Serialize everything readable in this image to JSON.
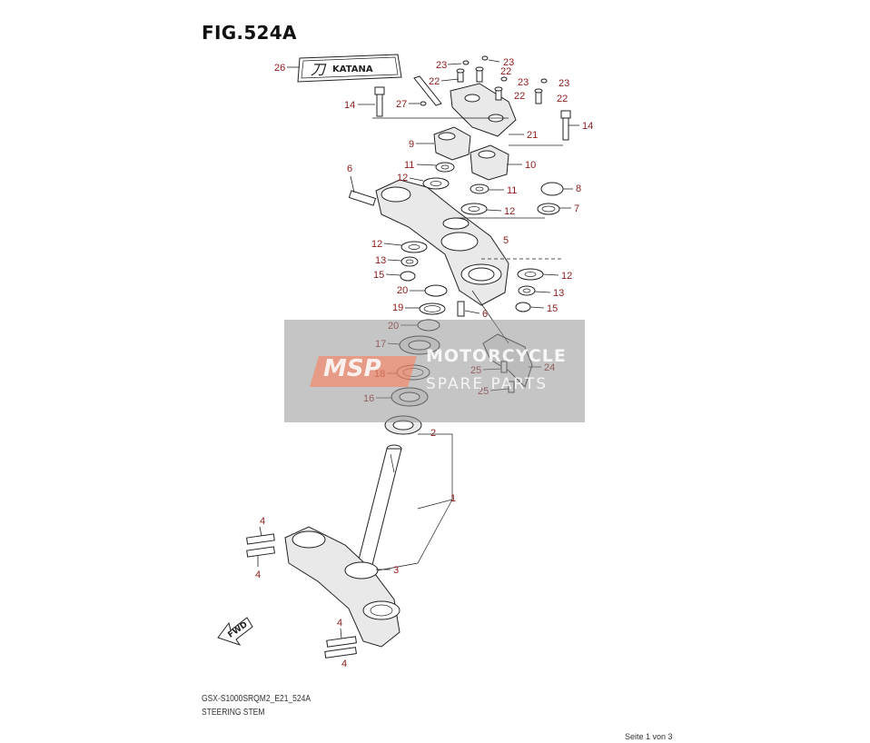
{
  "figure": {
    "title": "FIG.524A"
  },
  "footer": {
    "code": "GSX-S1000SRQM2_E21_524A",
    "name": "STEERING STEM",
    "page": "Seite 1 von 3"
  },
  "decal": {
    "text": "KATANA"
  },
  "fwd_arrow": {
    "text": "FWD"
  },
  "watermark": {
    "brand": "MSP",
    "line1": "MOTORCYCLE",
    "line2": "SPARE PARTS"
  },
  "callouts": [
    "26",
    "23",
    "23",
    "22",
    "22",
    "23",
    "22",
    "23",
    "22",
    "14",
    "27",
    "14",
    "9",
    "21",
    "11",
    "10",
    "6",
    "12",
    "8",
    "11",
    "12",
    "7",
    "5",
    "12",
    "13",
    "12",
    "15",
    "13",
    "20",
    "15",
    "19",
    "6",
    "20",
    "17",
    "25",
    "24",
    "18",
    "25",
    "16",
    "2",
    "1",
    "4",
    "4",
    "3",
    "4",
    "4"
  ],
  "colors": {
    "callout": "#8b1a1a",
    "line": "#222222"
  }
}
